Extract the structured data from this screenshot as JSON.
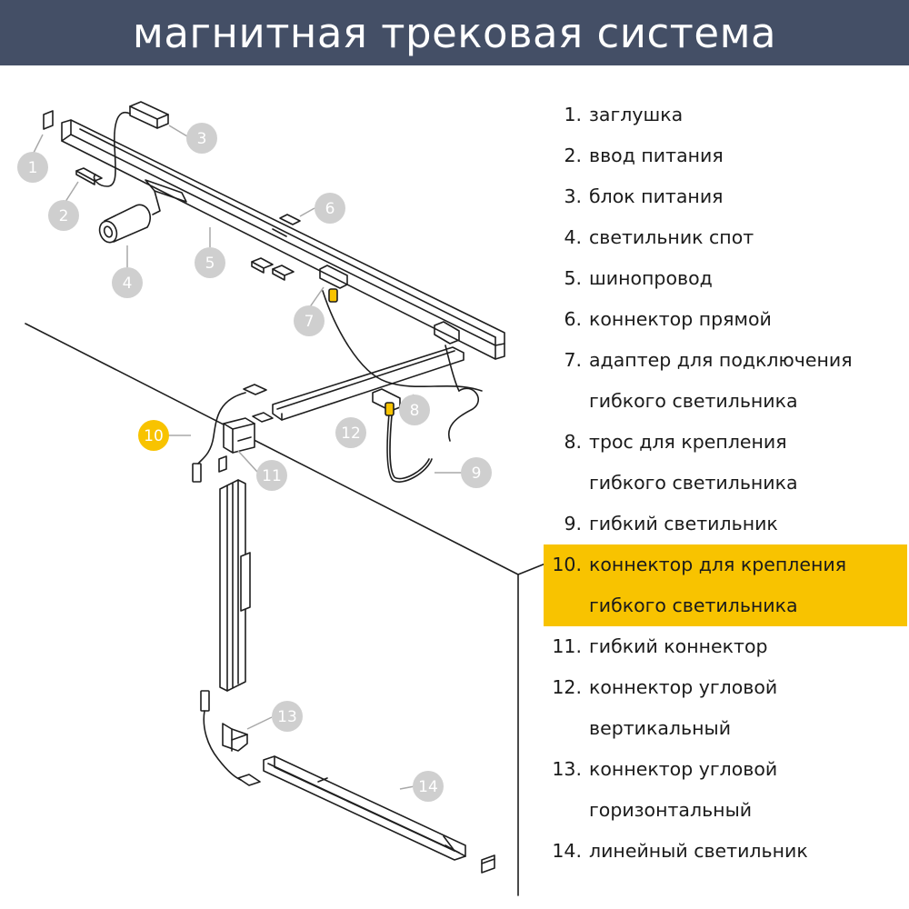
{
  "title": "магнитная трековая система",
  "colors": {
    "header_bg": "#444f66",
    "header_text": "#ffffff",
    "badge": "#cfcfcf",
    "highlight": "#f8c300",
    "line": "#1e1e1e"
  },
  "legend": [
    {
      "num": "1.",
      "lines": [
        "заглушка"
      ]
    },
    {
      "num": "2.",
      "lines": [
        "ввод питания"
      ]
    },
    {
      "num": "3.",
      "lines": [
        "блок питания"
      ]
    },
    {
      "num": "4.",
      "lines": [
        "светильник спот"
      ]
    },
    {
      "num": "5.",
      "lines": [
        "шинопровод"
      ]
    },
    {
      "num": "6.",
      "lines": [
        "коннектор прямой"
      ]
    },
    {
      "num": "7.",
      "lines": [
        "адаптер для подключения",
        "гибкого светильника"
      ]
    },
    {
      "num": "8.",
      "lines": [
        "трос для крепления",
        "гибкого светильника"
      ]
    },
    {
      "num": "9.",
      "lines": [
        "гибкий светильник"
      ]
    },
    {
      "num": "10.",
      "lines": [
        "коннектор для крепления",
        "гибкого светильника"
      ],
      "highlight": true
    },
    {
      "num": "11.",
      "lines": [
        "гибкий коннектор"
      ]
    },
    {
      "num": "12.",
      "lines": [
        "коннектор угловой",
        "вертикальный"
      ]
    },
    {
      "num": "13.",
      "lines": [
        "коннектор угловой",
        "горизонтальный"
      ]
    },
    {
      "num": "14.",
      "lines": [
        "линейный светильник"
      ]
    }
  ],
  "badges": [
    "1",
    "2",
    "3",
    "4",
    "5",
    "6",
    "7",
    "8",
    "9",
    "10",
    "11",
    "12",
    "13",
    "14"
  ]
}
